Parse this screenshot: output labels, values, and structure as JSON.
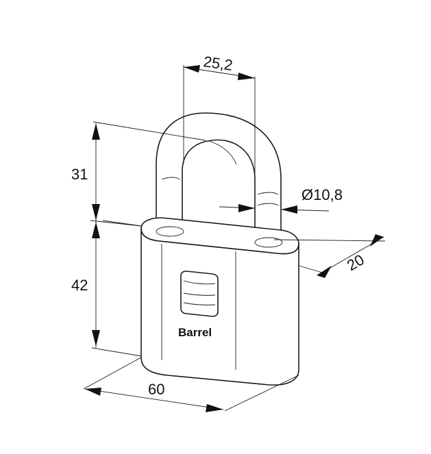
{
  "brand": "Barrel",
  "dimensions": {
    "shackle_inner_width": "25,2",
    "shackle_height": "31",
    "shackle_diameter": "Ø10,8",
    "body_height": "42",
    "body_width": "60",
    "body_depth": "20"
  }
}
